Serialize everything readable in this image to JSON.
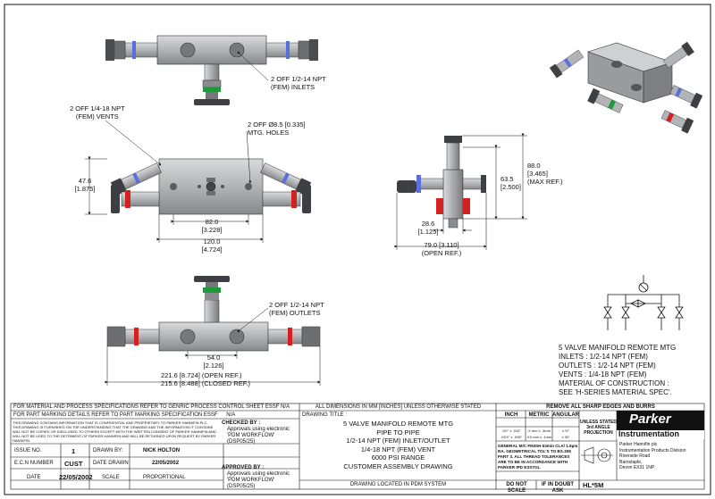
{
  "annotations": {
    "inlets": [
      "2 OFF 1/2-14 NPT",
      "(FEM) INLETS"
    ],
    "vents": [
      "2 OFF 1/4-18 NPT",
      "(FEM) VENTS"
    ],
    "mtg_holes": [
      "2 OFF Ø8.5 [0.335]",
      "MTG. HOLES"
    ],
    "outlets": [
      "2 OFF 1/2-14 NPT",
      "(FEM) OUTLETS"
    ]
  },
  "dimensions": {
    "height_47_6": [
      "47.6",
      "[1.875]"
    ],
    "width_82": [
      "82.0",
      "[3.228]"
    ],
    "width_120": [
      "120.0",
      "[4.724]"
    ],
    "height_63_5": [
      "63.5",
      "[2.500]"
    ],
    "height_88": [
      "88.0",
      "[3.465]",
      "(MAX REF.)"
    ],
    "width_28_6": [
      "28.6",
      "[1.125]"
    ],
    "width_79": [
      "79.0 [3.110]",
      "(OPEN REF.)"
    ],
    "width_54": [
      "54.0",
      "[2.126]"
    ],
    "open_ref": "221.6 [8.724] (OPEN REF.)",
    "closed_ref": "215.6 [8.488] (CLOSED REF.)"
  },
  "spec_note": [
    "5 VALVE MANIFOLD REMOTE MTG",
    "INLETS : 1/2-14 NPT (FEM)",
    "OUTLETS : 1/2-14 NPT (FEM)",
    "VENTS : 1/4-18 NPT (FEM)",
    "MATERIAL OF CONSTRUCTION :",
    "SEE 'H-SERIES MATERIAL SPEC'."
  ],
  "title_block": {
    "material_note": "FOR MATERIAL AND PROCESS SPECIFICATIONS REFER TO GENRIC PROCESS CONTROL SHEET ESSF",
    "material_value": "N/A",
    "marking_note": "FOR PART MARKING DETAILS REFER TO PART MARKING SPECIFICATION ESSF",
    "marking_value": "N/A",
    "confidential": "THIS DRAWING CONTAINS INFORMATION THAT IS CONFIDENTIAL AND PROPRIETARY TO PARKER HANNIFIN PLC. THIS DRAWING IS FURNISHED ON THE UNDERSTANDING THAT THE DRAWING AND THE INFORMATION IT CONTAINS WILL NOT BE COPIED OR DISCLOSED TO OTHERS EXCEPT WITH THE WRITTEN CONSENT OF PARKER HANNIFIN AND WILL NOT BE USED TO THE DETRIMENT OF PARKER HANNIFIN AND WILL BE RETURNED UPON REQUEST BY PARKER HANNIFIN.",
    "checked_by_label": "CHECKED BY :",
    "checked_by_value": [
      "Approvals using electronic",
      "'PDM WORKFLOW' (DSP05/25)"
    ],
    "approved_by_label": "APPROVED BY :",
    "approved_by_value": [
      "Approvals using electronic",
      "'PDM WORKFLOW' (DSP05/25)"
    ],
    "issue_label": "ISSUE NO.",
    "issue_value": "1",
    "drawn_by_label": "DRAWN BY:",
    "drawn_by_value": "NICK HOLTON",
    "ecn_label": "E.C.N NUMBER",
    "ecn_value": "CUST",
    "date_drawn_label": "DATE DRAWN",
    "date_drawn_value": "22/05/2002",
    "date_label": "DATE",
    "date_value": "22/05/2002",
    "scale_label": "SCALE",
    "scale_value": "PROPORTIONAL",
    "units_note": "ALL DIMENSIONS IN MM [INCHES] UNLESS OTHERWISE STATED",
    "drawing_title_label": "DRAWING TITLE :",
    "drawing_title": [
      "5 VALVE MANIFOLD REMOTE MTG",
      "PIPE TO PIPE",
      "1/2-14 NPT (FEM) INLET/OUTLET",
      "1/4-18 NPT (FEM) VENT",
      "6000 PSI RANGE",
      "CUSTOMER ASSEMBLY DRAWING"
    ],
    "pdm_note": "DRAWING LOCATED IN PDM SYSTEM",
    "burrs_note": "REMOVE ALL SHARP EDGES AND BURRS",
    "tol_headers": [
      "INCH",
      "METRIC",
      "ANGULAR"
    ],
    "tol_rows": [
      [
        ".XX\" ± .010\"",
        ".X mm ± .3mm",
        "± ½°"
      ],
      [
        ".XXX\" ± .005\"",
        ".XX mm ± .1mm",
        "± 30'"
      ]
    ],
    "finish_note": "GENERAL M/C FINISH 63min CLA/ 1.6µm RA. GEOMETRICAL TOL'S TO BS.308 PART 3. ALL THREAD TOLERANCES ARE TO BE IN ACCORDANCE WITH PARKER IPD ESST01.",
    "not_to_scale": "DO NOT SCALE",
    "if_in_doubt": "IF IN DOUBT ASK",
    "projection_label": [
      "UNLESS STATED",
      "3rd ANGLE",
      "PROJECTION"
    ],
    "brand": "Parker",
    "division": "Instrumentation",
    "address": [
      "Parker Hannifin plc",
      "Instrumentation Products Division",
      "Riverside Road",
      "Barnstaple,",
      "Devon EX31 1NP"
    ],
    "part_number": "HL*5M"
  },
  "colors": {
    "line": "#111111",
    "body": "#a9aaad",
    "blue": "#5a6ee0",
    "red": "#d32020",
    "green": "#1f9a3a"
  }
}
